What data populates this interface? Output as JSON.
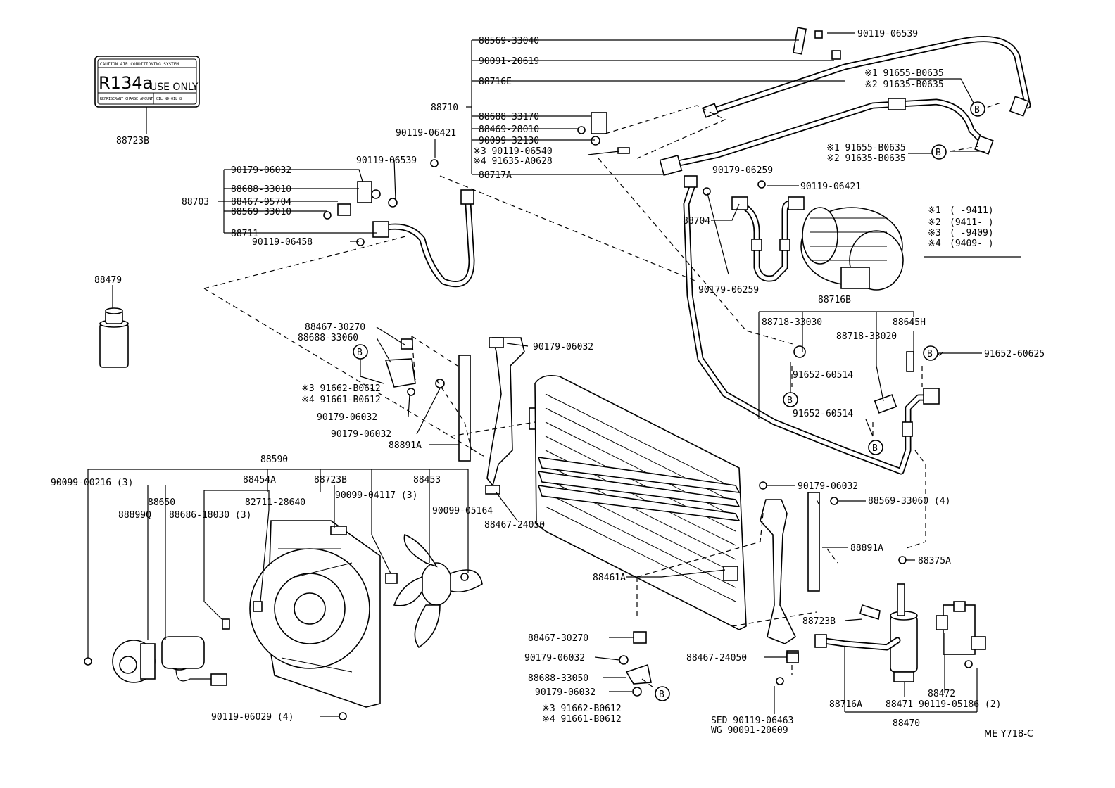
{
  "caution_label": {
    "header": "CAUTION AIR CONDITIONING SYSTEM",
    "refrigerant": "R134a",
    "use_only": "USE ONLY",
    "lower_left": "REFRIGERANT CHARGE AMOUNT",
    "lower_right": "OIL ND-OIL 8"
  },
  "callouts": [
    "88723B",
    "88479",
    "88569-33040",
    "90091-20619",
    "88716E",
    "88710",
    "88688-33170",
    "88469-28010",
    "90099-32130",
    "※3 90119-06540",
    "※4 91635-A0628",
    "88717A",
    "90119-06421",
    "90119-06539",
    "※1 91655-B0635",
    "※2 91635-B0635",
    "※1 91655-B0635",
    "※2 91635-B0635",
    "90179-06032",
    "90119-06539",
    "88688-33010",
    "88703",
    "88467-95704",
    "88569-33010",
    "88711",
    "90119-06458",
    "90179-06259",
    "90119-06421",
    "88704",
    "90179-06259",
    "88716B",
    "88718-33030",
    "88645H",
    "88718-33020",
    "91652-60625",
    "91652-60514",
    "91652-60514",
    "88467-30270",
    "88688-33060",
    "※3 91662-B0612",
    "※4 91661-B0612",
    "90179-06032",
    "90179-06032",
    "88891A",
    "90179-06032",
    "88590",
    "90099-00216 (3)",
    "88454A",
    "88723B",
    "88453",
    "88650",
    "82711-28640",
    "90099-04117 (3)",
    "88899Q",
    "88686-18030 (3)",
    "90099-05164",
    "88467-24050",
    "90179-06032",
    "88569-33060 (4)",
    "88891A",
    "88375A",
    "88461A",
    "88723B",
    "88467-30270",
    "90179-06032",
    "88688-33050",
    "90179-06032",
    "※3 91662-B0612",
    "※4 91661-B0612",
    "88467-24050",
    "90119-06029 (4)",
    "SED 90119-06463",
    "WG 90091-20609",
    "88716A",
    "88471",
    "88472",
    "90119-05186 (2)",
    "88470"
  ],
  "markers": [
    "B",
    "B",
    "B",
    "B",
    "B",
    "B",
    "B"
  ],
  "legend": [
    {
      "key": "※1",
      "value": "(      -9411)"
    },
    {
      "key": "※2",
      "value": "(9411-      )"
    },
    {
      "key": "※3",
      "value": "(      -9409)"
    },
    {
      "key": "※4",
      "value": "(9409-      )"
    }
  ],
  "figure_id": "ME Y718-C"
}
